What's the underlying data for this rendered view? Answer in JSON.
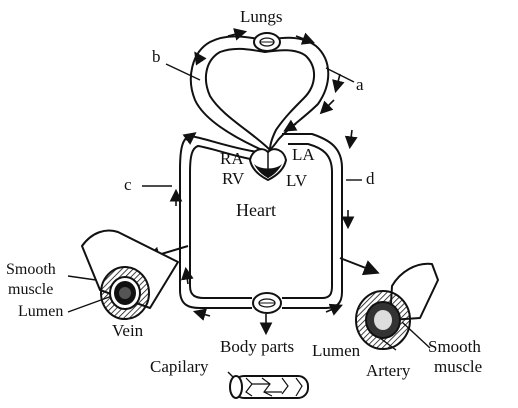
{
  "labels": {
    "lungs": "Lungs",
    "a": "a",
    "b": "b",
    "c": "c",
    "d": "d",
    "ra": "RA",
    "la": "LA",
    "rv": "RV",
    "lv": "LV",
    "heart": "Heart",
    "smooth_muscle_vein_1": "Smooth",
    "smooth_muscle_vein_2": "muscle",
    "lumen_vein": "Lumen",
    "vein": "Vein",
    "body_parts": "Body parts",
    "lumen_artery": "Lumen",
    "smooth_muscle_artery_1": "Smooth",
    "smooth_muscle_artery_2": "muscle",
    "artery": "Artery",
    "capillary": "Capilary"
  }
}
